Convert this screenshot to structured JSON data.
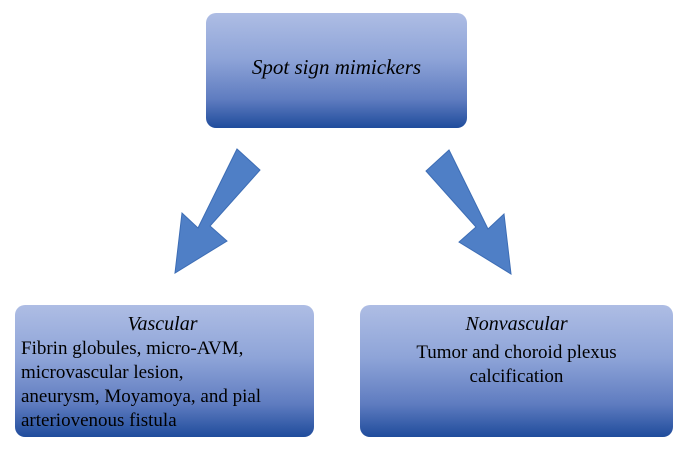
{
  "top_box": {
    "title": "Spot sign mimickers"
  },
  "left_box": {
    "title": "Vascular",
    "body": "Fibrin globules, micro-AVM,\nmicrovascular lesion,\naneurysm, Moyamoya, and pial\narteriovenous fistula"
  },
  "right_box": {
    "title": "Nonvascular",
    "body": "Tumor and choroid plexus\ncalcification"
  },
  "colors": {
    "box_top": "#aebde4",
    "box_bottom": "#1f4c9c",
    "arrow_fill": "#4f7fc6",
    "arrow_stroke": "#3d6db5"
  }
}
